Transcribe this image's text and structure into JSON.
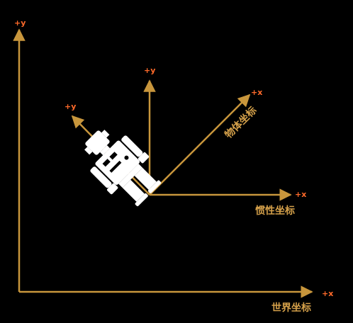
{
  "colors": {
    "background": "#000000",
    "axis": "#c8963c",
    "arrow_label": "#ff6a2a",
    "caption": "#d4a04a",
    "robot": "#ffffff"
  },
  "world": {
    "x_label": "+x",
    "y_label": "+y",
    "caption": "世界坐标"
  },
  "inertial": {
    "x_label": "+x",
    "y_label": "+y",
    "caption": "惯性坐标"
  },
  "object": {
    "x_label": "+x",
    "y_label": "+y",
    "caption": "物体坐标"
  },
  "robot": {
    "icon": "robot-icon"
  }
}
